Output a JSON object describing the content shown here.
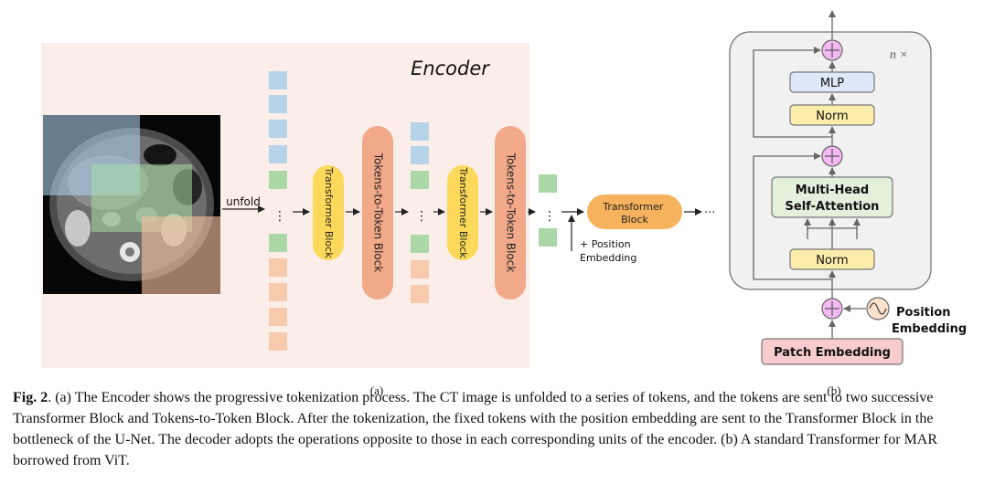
{
  "panel_a": {
    "title": "Encoder",
    "unfold_label": "unfold",
    "transformer_block_label": "Transformer Block",
    "t2t_block_label": "Tokens-to-Token Block",
    "bottleneck_block_label": "Transformer Block",
    "position_label_line1": "+ Position",
    "position_label_line2": "Embedding",
    "ellipsis": "···",
    "vertical_dots": "⋮",
    "sublabel": "(a)",
    "colors": {
      "background": "#fbeee9",
      "token_blue": "#b7d3ea",
      "token_green": "#acd7a6",
      "token_orange": "#f7c9ad",
      "transformer_yellow": "#fcd95a",
      "t2t_orange": "#f2a98a"
    }
  },
  "panel_b": {
    "repeat_label": "n ×",
    "mlp_label": "MLP",
    "norm_label": "Norm",
    "attention_line1": "Multi-Head",
    "attention_line2": "Self-Attention",
    "position_line1": "Position",
    "position_line2": "Embedding",
    "patch_label": "Patch Embedding",
    "sublabel": "(b)",
    "colors": {
      "container": "#f1f1f1",
      "mlp": "#dde9f8",
      "norm": "#fdedaa",
      "attention": "#e3f0dc",
      "patch": "#f8cbcd",
      "plus": "#f6b8f3"
    }
  },
  "caption": {
    "label": "Fig. 2",
    "text": ". (a) The Encoder shows the progressive tokenization process. The CT image is unfolded to a series of tokens, and the tokens are sent to two successive Transformer Block and Tokens-to-Token Block. After the tokenization, the fixed tokens with the position embedding are sent to the Transformer Block in the bottleneck of the U-Net. The decoder adopts the operations opposite to those in each corresponding units of the encoder. (b) A standard Transformer for MAR borrowed from ViT."
  }
}
